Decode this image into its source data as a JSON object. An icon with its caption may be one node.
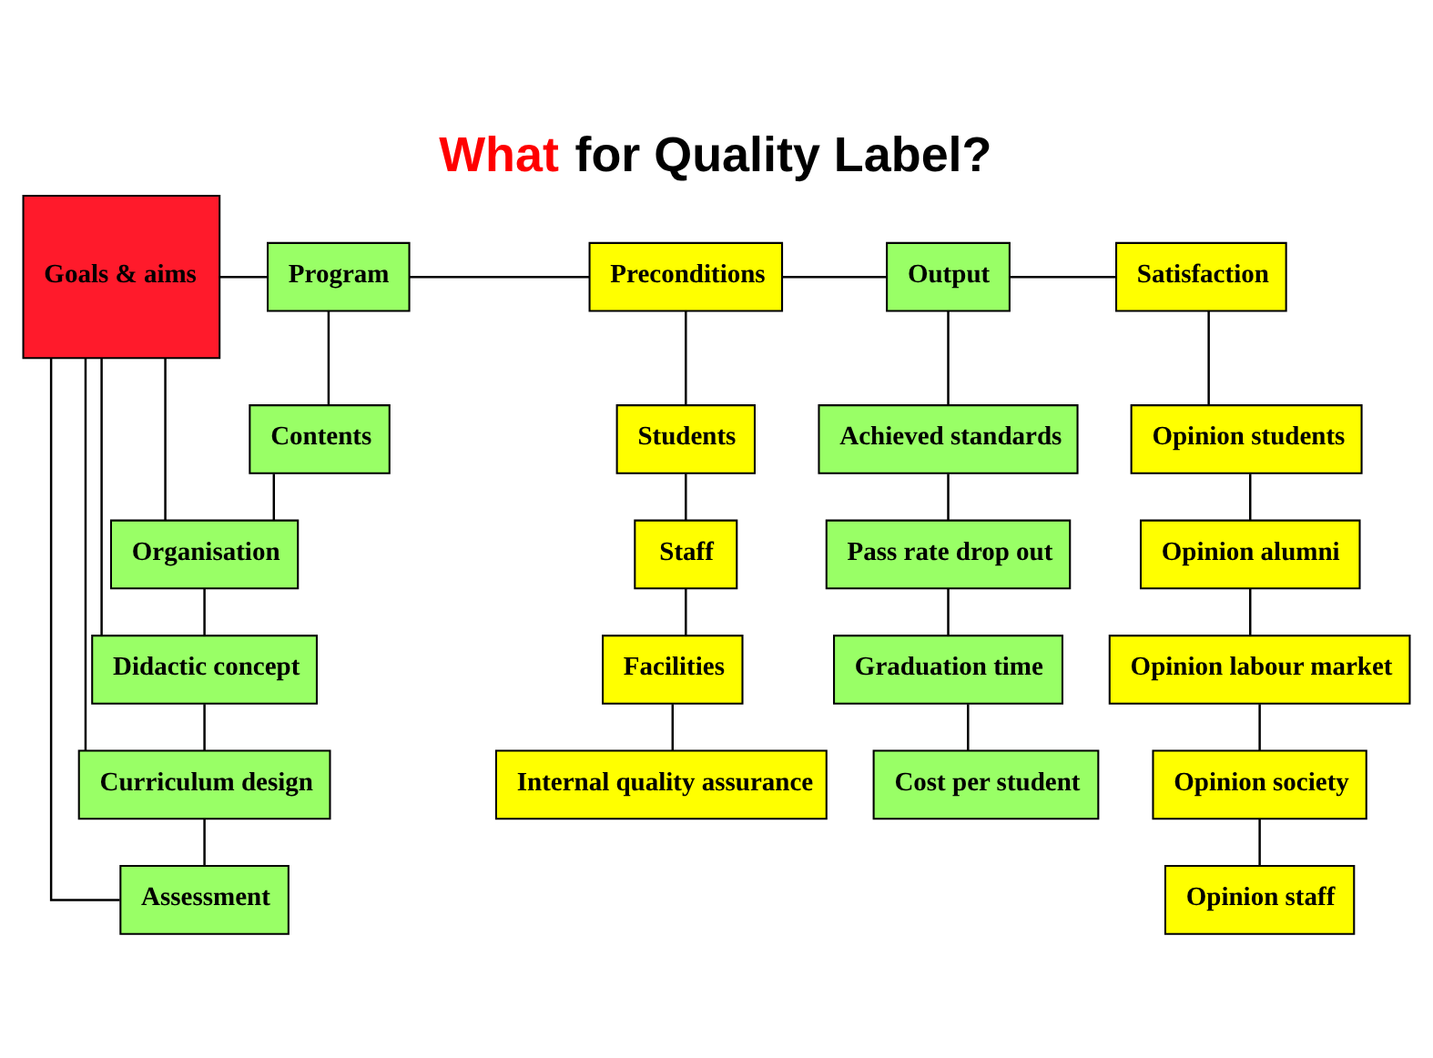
{
  "diagram": {
    "title": "What for Quality Label?",
    "nodes": [
      {
        "text": [
          "Goals & aims"
        ]
      },
      {
        "text": [
          "Program"
        ]
      },
      {
        "text": [
          "Preconditions"
        ]
      },
      {
        "text": [
          "Output"
        ]
      },
      {
        "text": [
          "Satisfaction"
        ]
      },
      {
        "text": [
          "Contents"
        ]
      },
      {
        "text": [
          "Organisation"
        ]
      },
      {
        "text": [
          "Didactic concept"
        ]
      },
      {
        "text": [
          "Curriculum design"
        ]
      },
      {
        "text": [
          "Assessment"
        ]
      },
      {
        "text": [
          "Students"
        ]
      },
      {
        "text": [
          "Staff"
        ]
      },
      {
        "text": [
          "Facilities"
        ]
      },
      {
        "text": [
          "Internal quality assurance"
        ]
      },
      {
        "text": [
          "Achieved standards"
        ]
      },
      {
        "text": [
          "Pass rate drop out"
        ]
      },
      {
        "text": [
          "Graduation time"
        ]
      },
      {
        "text": [
          "Cost per student"
        ]
      },
      {
        "text": [
          "Opinion students"
        ]
      },
      {
        "text": [
          "Opinion alumni"
        ]
      },
      {
        "text": [
          "Opinion labour market"
        ]
      },
      {
        "text": [
          "Opinion society"
        ]
      },
      {
        "text": [
          "Opinion staff"
        ]
      }
    ],
    "edges": [
      {
        "from": 0,
        "to": 1,
        "arrow": "none"
      },
      {
        "from": 1,
        "to": 2,
        "arrow": "none"
      },
      {
        "from": 2,
        "to": 3,
        "arrow": "none"
      },
      {
        "from": 3,
        "to": 4,
        "arrow": "none"
      },
      {
        "from": 1,
        "to": 5,
        "arrow": "none"
      },
      {
        "from": 5,
        "to": 6,
        "arrow": "none"
      },
      {
        "from": 6,
        "to": 7,
        "arrow": "none"
      },
      {
        "from": 7,
        "to": 8,
        "arrow": "none"
      },
      {
        "from": 8,
        "to": 9,
        "arrow": "none"
      },
      {
        "from": 0,
        "to": 6,
        "arrow": "none"
      },
      {
        "from": 0,
        "to": 7,
        "arrow": "none"
      },
      {
        "from": 0,
        "to": 8,
        "arrow": "none"
      },
      {
        "from": 0,
        "to": 9,
        "arrow": "none"
      },
      {
        "from": 2,
        "to": 10,
        "arrow": "none"
      },
      {
        "from": 10,
        "to": 11,
        "arrow": "none"
      },
      {
        "from": 11,
        "to": 12,
        "arrow": "none"
      },
      {
        "from": 12,
        "to": 13,
        "arrow": "none"
      },
      {
        "from": 3,
        "to": 14,
        "arrow": "none"
      },
      {
        "from": 14,
        "to": 15,
        "arrow": "none"
      },
      {
        "from": 15,
        "to": 16,
        "arrow": "none"
      },
      {
        "from": 16,
        "to": 17,
        "arrow": "none"
      },
      {
        "from": 4,
        "to": 18,
        "arrow": "none"
      },
      {
        "from": 18,
        "to": 19,
        "arrow": "none"
      },
      {
        "from": 19,
        "to": 20,
        "arrow": "none"
      },
      {
        "from": 20,
        "to": 21,
        "arrow": "none"
      },
      {
        "from": 21,
        "to": 22,
        "arrow": "none"
      }
    ]
  }
}
